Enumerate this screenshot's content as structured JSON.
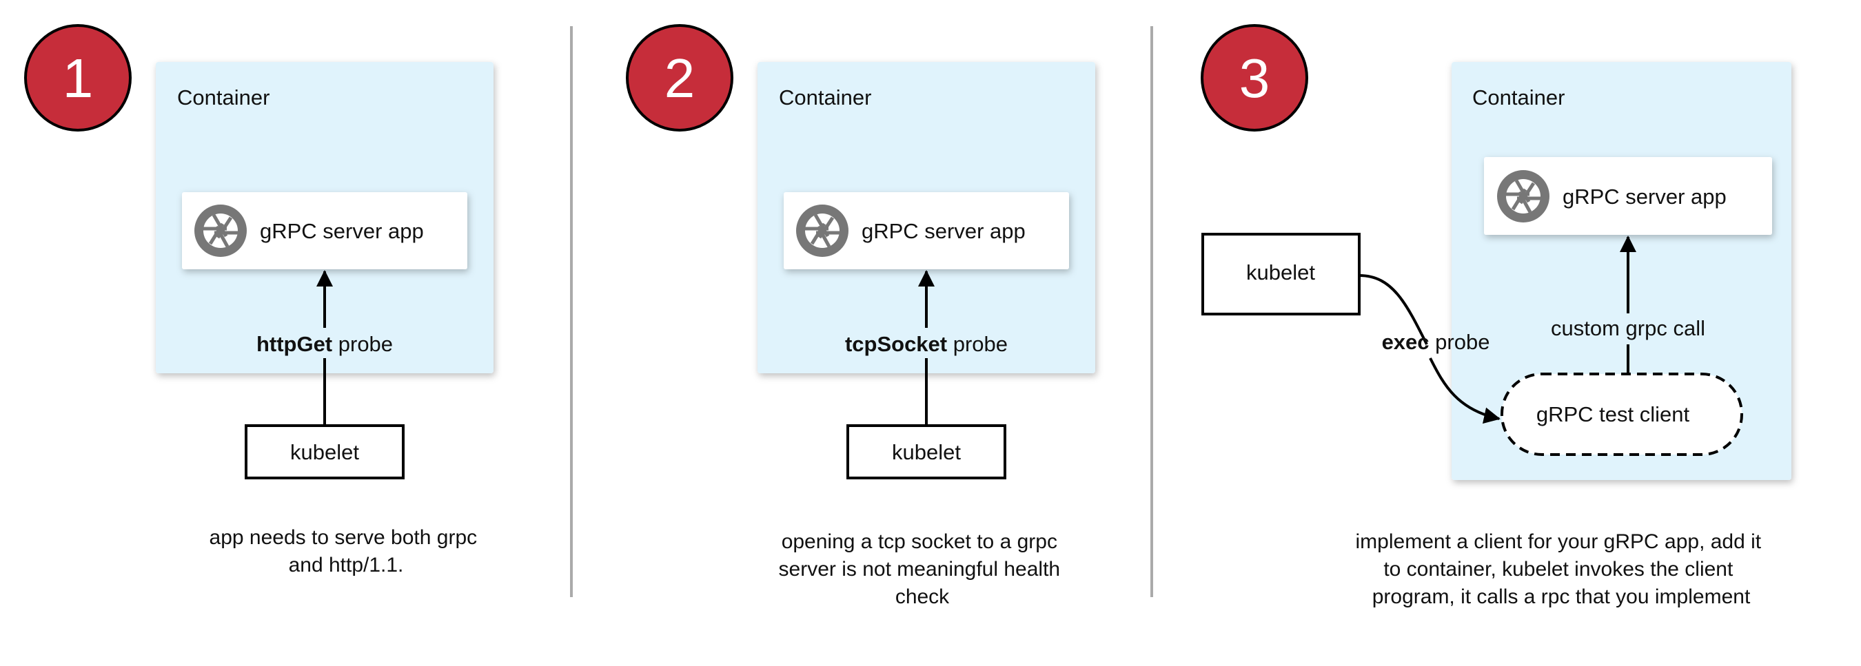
{
  "colors": {
    "badge": "#c62d3a",
    "container": "#e0f3fc",
    "divider": "#aaaaaa",
    "icon": "#777777"
  },
  "icons": {
    "app": "grpc-aperture-icon"
  },
  "panels": [
    {
      "number": "1",
      "container": "Container",
      "server": "gRPC server app",
      "probe_bold": "httpGet",
      "probe_rest": " probe",
      "kubelet": "kubelet",
      "caption": [
        "app needs to serve both grpc",
        "and http/1.1."
      ]
    },
    {
      "number": "2",
      "container": "Container",
      "server": "gRPC server app",
      "probe_bold": "tcpSocket",
      "probe_rest": " probe",
      "kubelet": "kubelet",
      "caption": [
        "opening a tcp socket to a grpc",
        "server is not meaningful health",
        "check"
      ]
    },
    {
      "number": "3",
      "container": "Container",
      "server": "gRPC server app",
      "probe_bold": "exec",
      "probe_rest": " probe",
      "kubelet": "kubelet",
      "client": "gRPC test client",
      "call": "custom grpc call",
      "caption": [
        "implement a client for your gRPC app, add it",
        "to container, kubelet invokes the client",
        "program, it calls a rpc that you implement"
      ]
    }
  ]
}
